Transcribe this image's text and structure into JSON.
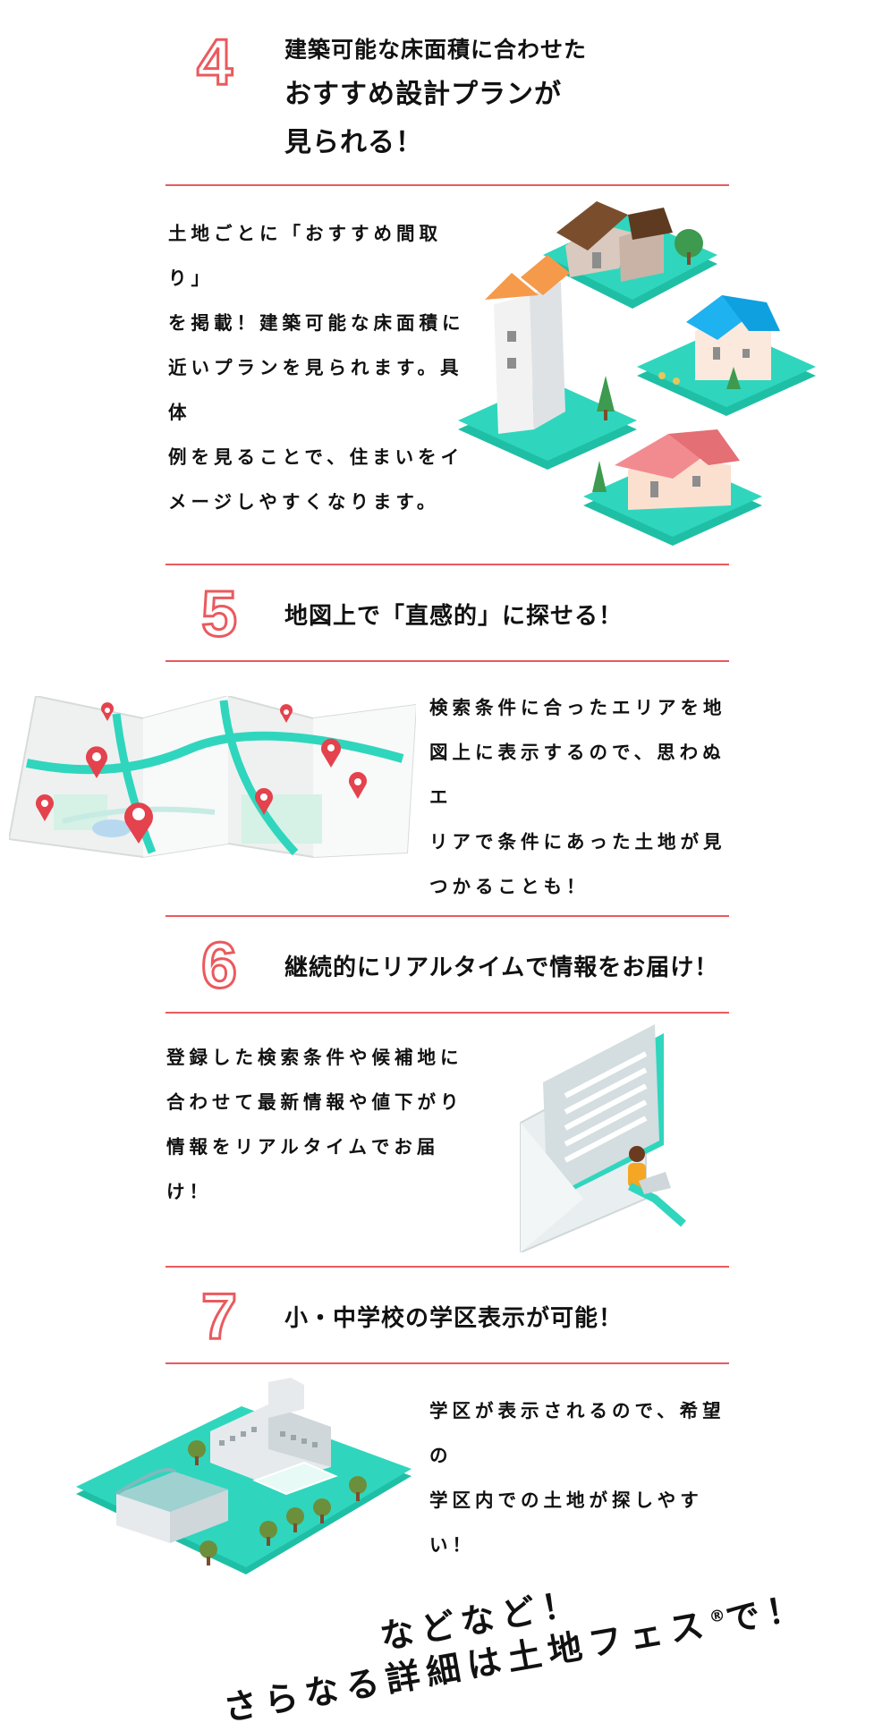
{
  "sections": [
    {
      "number": "4",
      "title_lines": [
        "建築可能な床面積に合わせた",
        "おすすめ設計プランが",
        "見られる！"
      ],
      "body": "土地ごとに「おすすめ間取り」\nを掲載！建築可能な床面積に\n近いプランを見られます。具体\n例を見ることで、住まいをイ\nメージしやすくなります。",
      "illustration": "houses-illustration"
    },
    {
      "number": "5",
      "title": "地図上で「直感的」に探せる！",
      "body": "検索条件に合ったエリアを地\n図上に表示するので、思わぬエ\nリアで条件にあった土地が見\nつかることも！",
      "illustration": "map-illustration"
    },
    {
      "number": "6",
      "title": "継続的にリアルタイムで情報をお届け！",
      "body": "登録した検索条件や候補地に\n合わせて最新情報や値下がり\n情報をリアルタイムでお届\nけ！",
      "illustration": "mail-illustration"
    },
    {
      "number": "7",
      "title": "小・中学校の学区表示が可能！",
      "body": "学区が表示されるので、希望の\n学区内での土地が探しやす\nい！",
      "illustration": "school-illustration"
    }
  ],
  "closing": {
    "line1": "などなど！",
    "line2_main": "さらなる詳細は土地フェス",
    "line2_mark": "®",
    "line2_tail": "で！"
  },
  "colors": {
    "accent_red": "#ea5a5e",
    "teal": "#2fd6bd",
    "text": "#111111"
  }
}
